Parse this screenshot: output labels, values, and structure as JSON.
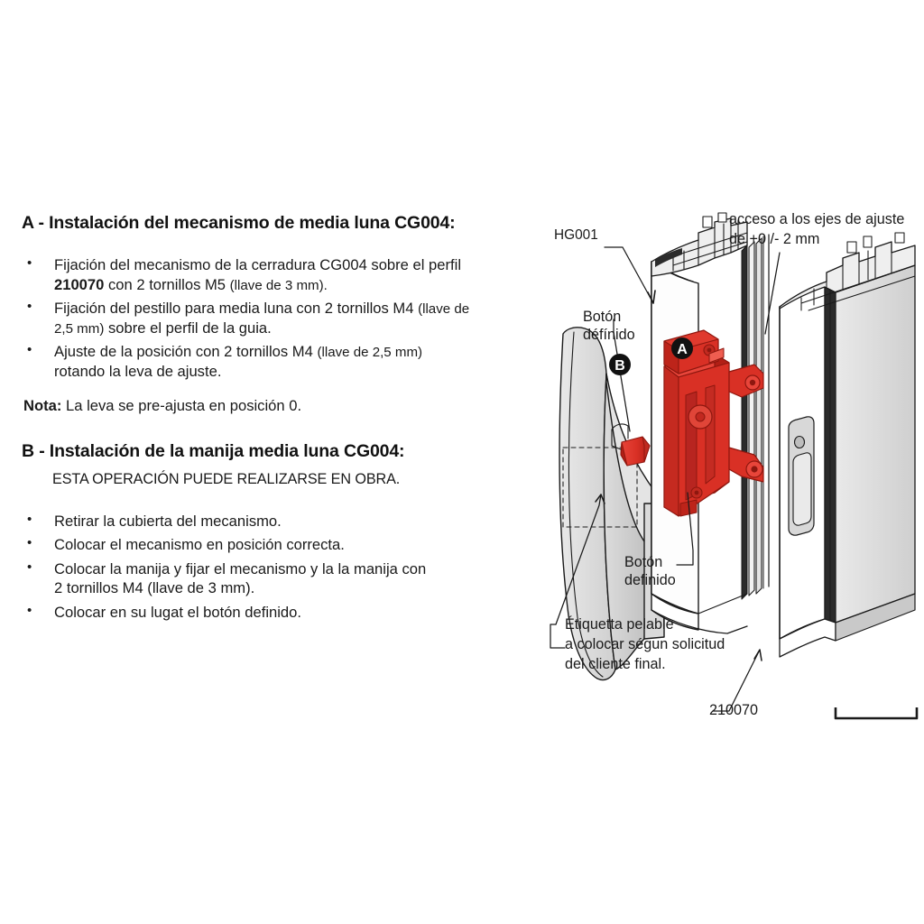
{
  "document": {
    "language": "es",
    "background_color": "#ffffff"
  },
  "sections": {
    "a": {
      "heading": "A - Instalación del mecanismo de media luna CG004:",
      "bullets": [
        {
          "line1_pre": "Fijación del mecanismo de la cerradura CG004 sobre el perfil",
          "line2_bold": "210070",
          "line2_mid": " con 2 tornillos M5 ",
          "line2_small": "(llave de 3 mm)."
        },
        {
          "line1_pre": "Fijación del pestillo para media luna con 2 tornillos M4 ",
          "line1_small": "(llave de",
          "line2_small": "2,5 mm)",
          "line2_mid": " sobre el perfil de la guia."
        },
        {
          "line1_pre": "Ajuste de la posición con 2 tornillos M4 ",
          "line1_small": "(llave de 2,5 mm)",
          "line2_mid": "rotando la leva de ajuste."
        }
      ],
      "note_label": "Nota:",
      "note_text": " La leva se pre-ajusta en posición 0."
    },
    "b": {
      "heading": "B - Instalación de la manija media luna CG004:",
      "subnote": "ESTA OPERACIÓN PUEDE REALIZARSE EN OBRA.",
      "bullets": [
        {
          "line1": "Retirar la cubierta del mecanismo."
        },
        {
          "line1": "Colocar el mecanismo en posición correcta."
        },
        {
          "line1": "Colocar la manija y fijar el mecanismo y la  la manija  con",
          "line2": "2 tornillos M4 (llave de 3 mm)."
        },
        {
          "line1": "Colocar en su lugat el botón definido."
        }
      ]
    }
  },
  "diagram": {
    "title": "Exploded assembly view of CG004 half-moon lock",
    "labels": {
      "hg001": "HG001",
      "acceso_line1": "acceso a los ejes de ajuste",
      "acceso_line2": "de +0 /- 2 mm",
      "boton_top_line1": "Botón",
      "boton_top_line2": "défínido",
      "boton_bottom_line1": "Botón",
      "boton_bottom_line2": "definido",
      "etiqueta_line1": "Étiquetta pelable",
      "etiqueta_line2": "a colocar ségun solicitud",
      "etiqueta_line3": "del cliente final.",
      "profile_code": "210070",
      "marker_a": "A",
      "marker_b": "B"
    },
    "colors": {
      "mechanism_red": "#d93025",
      "mechanism_red_dark": "#b21f16",
      "mechanism_red_light": "#e8453a",
      "metal_gray": "#d5d5d5",
      "metal_gray_light": "#e8e8e8",
      "metal_gray_dark": "#b8b8b8",
      "outline": "#1a1a1a",
      "marker_fill": "#111111",
      "marker_text": "#ffffff"
    }
  }
}
